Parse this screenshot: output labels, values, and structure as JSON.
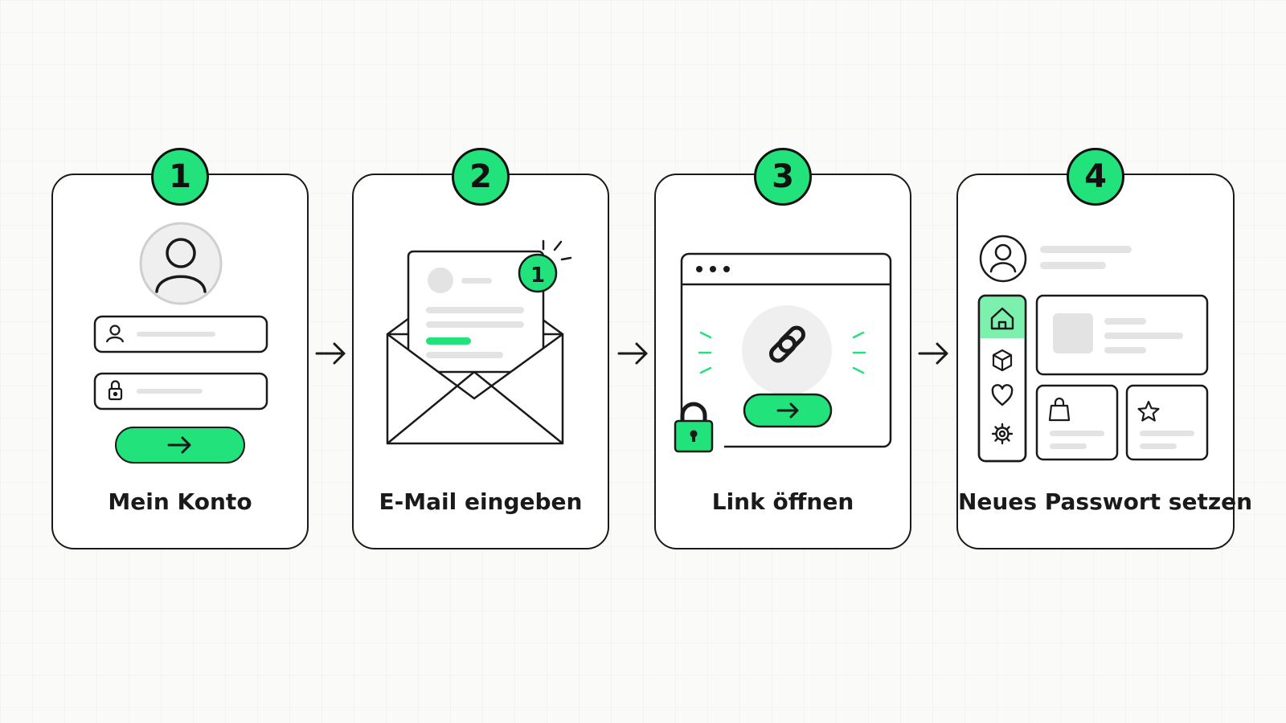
{
  "steps": [
    {
      "number": "1",
      "label": "Mein Konto"
    },
    {
      "number": "2",
      "label": "E-Mail eingeben"
    },
    {
      "number": "3",
      "label": "Link öffnen"
    },
    {
      "number": "4",
      "label": "Neues Passwort setzen"
    }
  ],
  "notification_count": "1",
  "colors": {
    "accent": "#22e27b",
    "stroke": "#1a1a1a",
    "placeholder": "#e3e3e3",
    "background": "#fafaf8"
  },
  "icons": [
    "user-icon",
    "lock-icon",
    "arrow-right-icon",
    "envelope-icon",
    "link-icon",
    "padlock-icon",
    "home-icon",
    "box-icon",
    "heart-icon",
    "gear-icon",
    "shopping-bag-icon",
    "star-icon"
  ]
}
